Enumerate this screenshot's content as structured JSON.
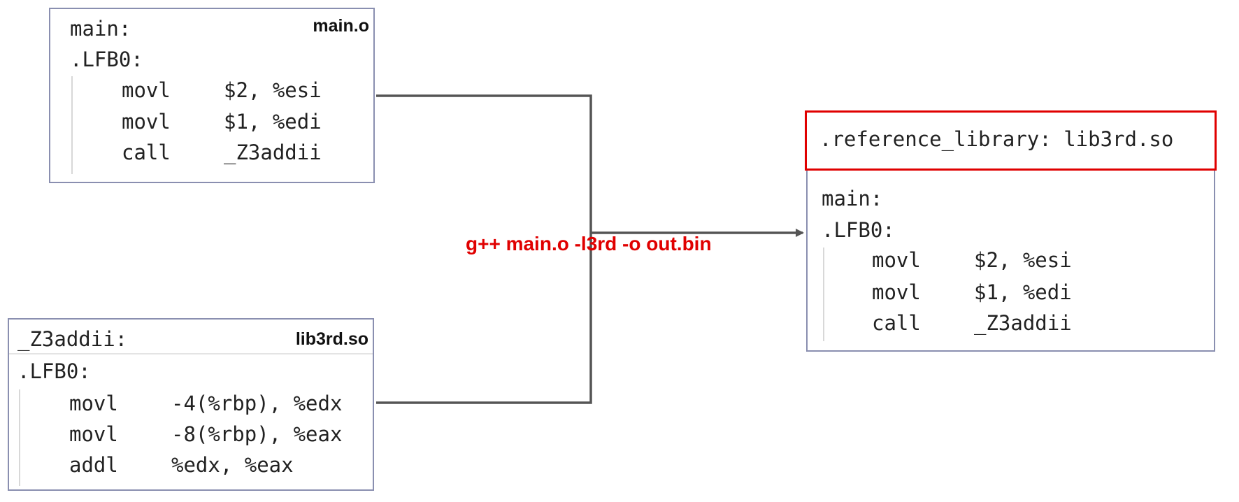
{
  "main_o": {
    "file_label": "main.o",
    "lines": [
      "main:",
      ".LFB0:"
    ],
    "instructions": [
      {
        "op": "movl",
        "args": "$2, %esi"
      },
      {
        "op": "movl",
        "args": "$1, %edi"
      },
      {
        "op": "call",
        "args": "_Z3addii"
      }
    ]
  },
  "lib3rd": {
    "file_label": "lib3rd.so",
    "lines": [
      "_Z3addii:",
      ".LFB0:"
    ],
    "instructions": [
      {
        "op": "movl",
        "args": "-4(%rbp), %edx"
      },
      {
        "op": "movl",
        "args": "-8(%rbp), %eax"
      },
      {
        "op": "addl",
        "args": "%edx, %eax"
      }
    ]
  },
  "command": "g++ main.o -l3rd -o out.bin",
  "output": {
    "reference": ".reference_library: lib3rd.so",
    "lines": [
      "main:",
      ".LFB0:"
    ],
    "instructions": [
      {
        "op": "movl",
        "args": "$2, %esi"
      },
      {
        "op": "movl",
        "args": "$1, %edi"
      },
      {
        "op": "call",
        "args": "_Z3addii"
      }
    ]
  },
  "colors": {
    "highlight": "#e00000",
    "border": "#8a8fb0",
    "connector": "#555555"
  }
}
